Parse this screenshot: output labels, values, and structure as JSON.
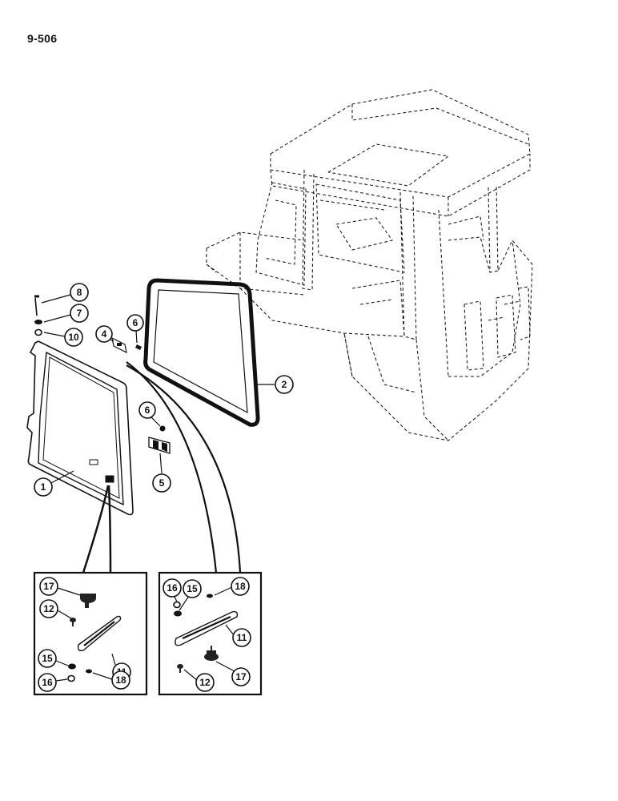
{
  "page": {
    "number": "9-506"
  },
  "callouts": {
    "c1": "1",
    "c2": "2",
    "c4": "4",
    "c5": "5",
    "c6a": "6",
    "c6b": "6",
    "c7": "7",
    "c8": "8",
    "c10": "10",
    "l17": "17",
    "l12": "12",
    "l11": "11",
    "l15": "15",
    "l16": "16",
    "l18": "18",
    "r16": "16",
    "r15": "15",
    "r18": "18",
    "r11": "11",
    "r17": "17",
    "r12": "12"
  }
}
